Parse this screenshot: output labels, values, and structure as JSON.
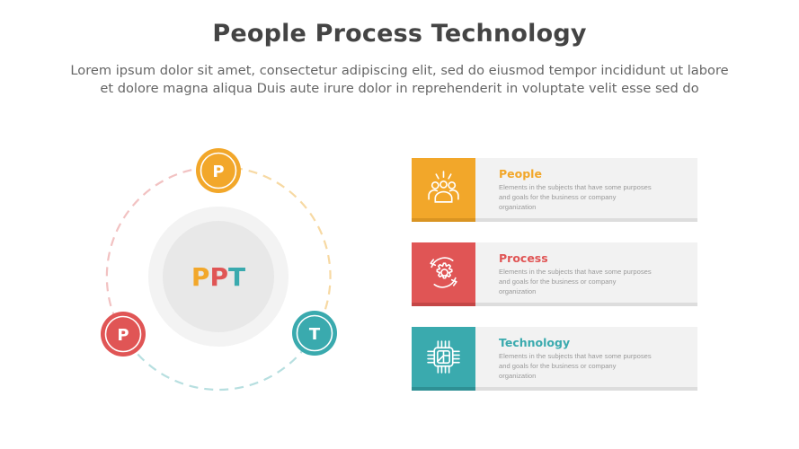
{
  "header": {
    "title": "People Process Technology",
    "subtitle_lines": [
      "Lorem ipsum dolor sit amet, consectetur adipiscing elit, sed do eiusmod tempor incididunt ut labore",
      "et dolore magna aliqua Duis aute irure dolor in reprehenderit in voluptate velit esse sed do"
    ]
  },
  "colors": {
    "people": "#F2A72A",
    "process": "#E05555",
    "technology": "#3AAAAE",
    "card_bg": "#F2F2F2",
    "center_outer": "#F3F3F3",
    "center_inner": "#E8E8E8"
  },
  "diagram": {
    "center_label": [
      "P",
      "P",
      "T"
    ],
    "nodes": [
      {
        "letter": "P",
        "role": "people",
        "position": "top"
      },
      {
        "letter": "P",
        "role": "process",
        "position": "bottom-left"
      },
      {
        "letter": "T",
        "role": "technology",
        "position": "bottom-right"
      }
    ]
  },
  "cards": [
    {
      "name": "People",
      "icon": "people-group-icon",
      "desc": "Elements in the subjects that have some purposes and goals for the business or company organization"
    },
    {
      "name": "Process",
      "icon": "gear-cycle-icon",
      "desc": "Elements in the subjects that have some purposes and goals for the business or company organization"
    },
    {
      "name": "Technology",
      "icon": "chip-icon",
      "desc": "Elements in the subjects that have some purposes and goals for the business or company organization"
    }
  ]
}
